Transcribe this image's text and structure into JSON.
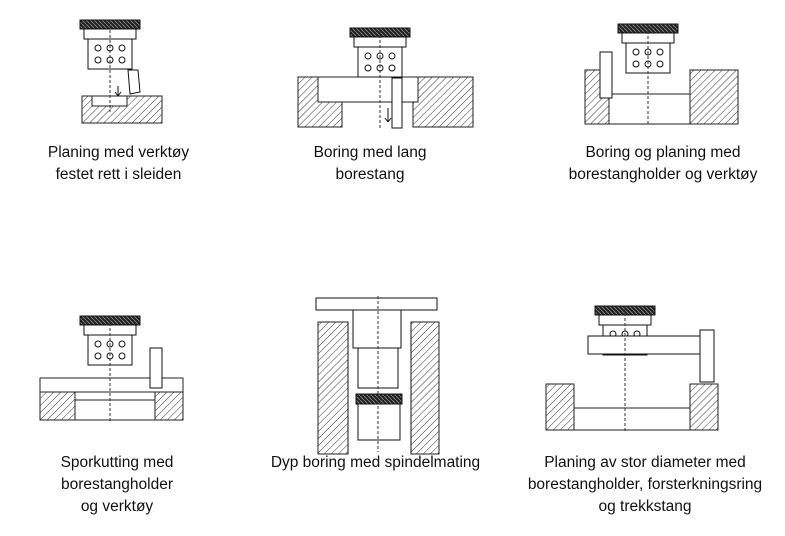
{
  "panels": [
    {
      "id": "p1",
      "caption": [
        "Planing med verktøy",
        "festet rett i sleiden"
      ]
    },
    {
      "id": "p2",
      "caption": [
        "Boring med lang",
        "borestang"
      ]
    },
    {
      "id": "p3",
      "caption": [
        "Boring og planing med",
        "borestangholder og verktøy"
      ]
    },
    {
      "id": "p4",
      "caption": [
        "Sporkutting med",
        "borestangholder",
        "og verktøy"
      ]
    },
    {
      "id": "p5",
      "caption": [
        "Dyp boring med spindelmating"
      ]
    },
    {
      "id": "p6",
      "caption": [
        "Planing av stor diameter med",
        "borestangholder, forsterkningsring",
        "og trekkstang"
      ]
    }
  ]
}
